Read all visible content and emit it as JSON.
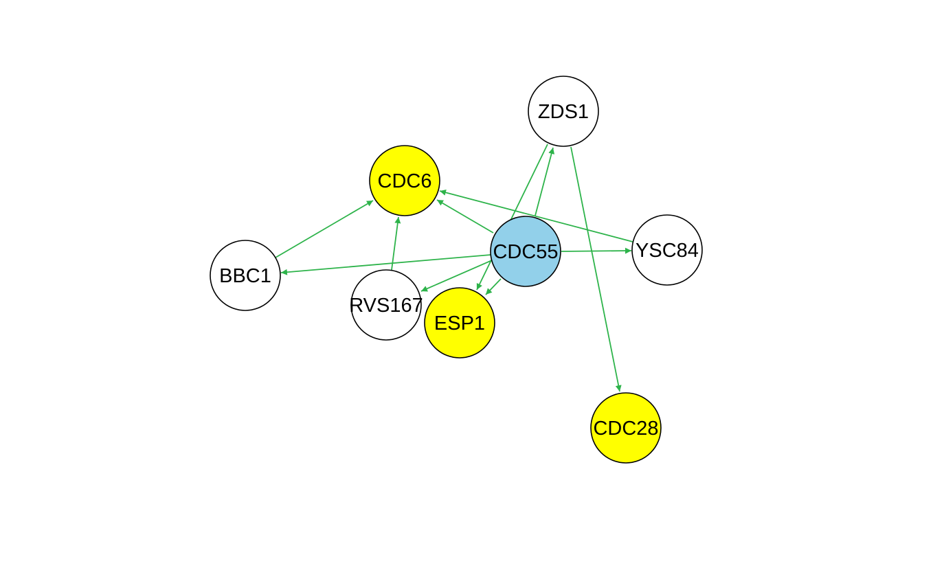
{
  "colors": {
    "edge": "#2db34a",
    "default_node": "#ffffff",
    "highlight_node": "#ffff00",
    "center_node": "#92d0ea",
    "outline": "#000000",
    "background": "#ffffff"
  },
  "nodes": [
    {
      "id": "ZDS1",
      "label": "ZDS1",
      "fill": "#ffffff"
    },
    {
      "id": "CDC6",
      "label": "CDC6",
      "fill": "#ffff00"
    },
    {
      "id": "CDC55",
      "label": "CDC55",
      "fill": "#92d0ea"
    },
    {
      "id": "YSC84",
      "label": "YSC84",
      "fill": "#ffffff"
    },
    {
      "id": "BBC1",
      "label": "BBC1",
      "fill": "#ffffff"
    },
    {
      "id": "RVS167",
      "label": "RVS167",
      "fill": "#ffffff"
    },
    {
      "id": "ESP1",
      "label": "ESP1",
      "fill": "#ffff00"
    },
    {
      "id": "CDC28",
      "label": "CDC28",
      "fill": "#ffff00"
    }
  ],
  "edges": [
    {
      "source": "CDC55",
      "target": "ZDS1"
    },
    {
      "source": "ZDS1",
      "target": "ESP1"
    },
    {
      "source": "ZDS1",
      "target": "CDC28"
    },
    {
      "source": "CDC55",
      "target": "CDC6"
    },
    {
      "source": "YSC84",
      "target": "CDC6"
    },
    {
      "source": "BBC1",
      "target": "CDC6"
    },
    {
      "source": "RVS167",
      "target": "CDC6"
    },
    {
      "source": "CDC55",
      "target": "BBC1"
    },
    {
      "source": "CDC55",
      "target": "YSC84"
    },
    {
      "source": "CDC55",
      "target": "RVS167"
    },
    {
      "source": "CDC55",
      "target": "ESP1"
    }
  ]
}
